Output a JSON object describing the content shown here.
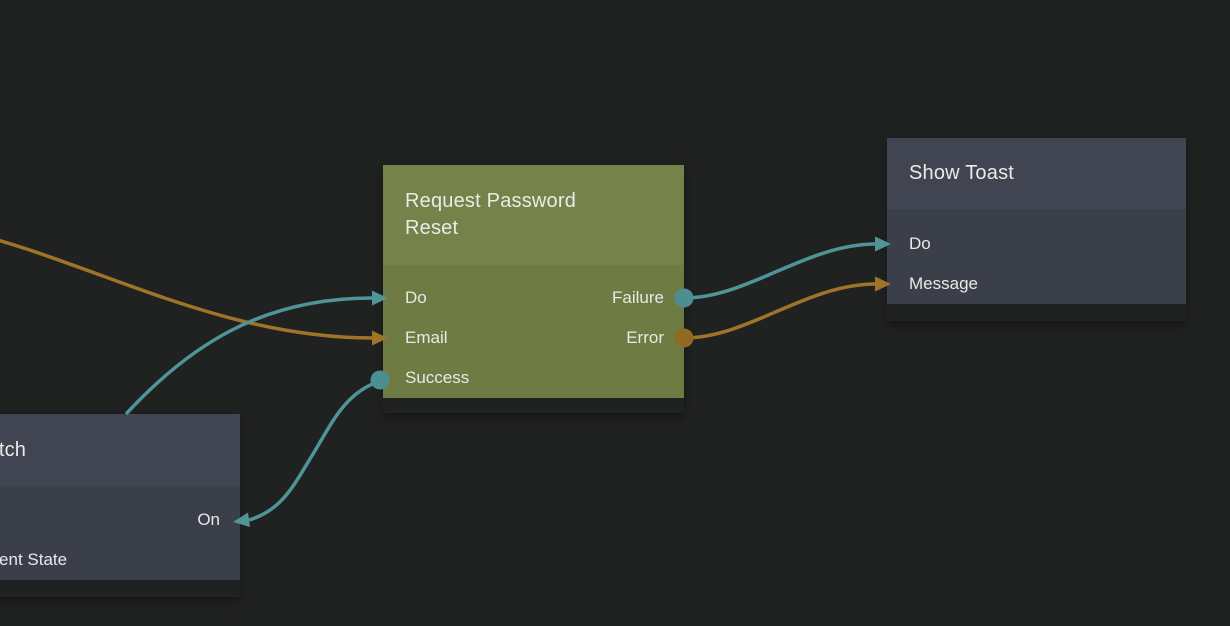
{
  "colors": {
    "canvas_background": "#202121",
    "text": "#e9e9e7",
    "signal_wire": "#4f9497",
    "signal_connector": "#4d8e93",
    "data_wire": "#9e7427",
    "data_connector": "#8f6a20",
    "selected_node_header": "#75834a",
    "selected_node_body": "#6e7c44",
    "node_header": "#404551",
    "node_body": "#3a3f4a"
  },
  "nodes": {
    "request_password_reset": {
      "title": "Request Password Reset",
      "input_ports": [
        "Do",
        "Email",
        "Success"
      ],
      "output_ports": [
        "Failure",
        "Error"
      ]
    },
    "show_toast": {
      "title": "Show Toast",
      "input_ports": [
        "Do",
        "Message"
      ]
    },
    "switch": {
      "title": "Switch",
      "right_port": "On",
      "left_port": "Current State"
    }
  },
  "connections": [
    {
      "from": "off-screen-left",
      "to": "Request Password Reset.Email",
      "type": "data"
    },
    {
      "from": "Switch",
      "to": "Request Password Reset.Do",
      "type": "signal"
    },
    {
      "from": "Request Password Reset.Success",
      "to": "Switch.On",
      "type": "signal"
    },
    {
      "from": "Request Password Reset.Failure",
      "to": "Show Toast.Do",
      "type": "signal"
    },
    {
      "from": "Request Password Reset.Error",
      "to": "Show Toast.Message",
      "type": "data"
    }
  ]
}
